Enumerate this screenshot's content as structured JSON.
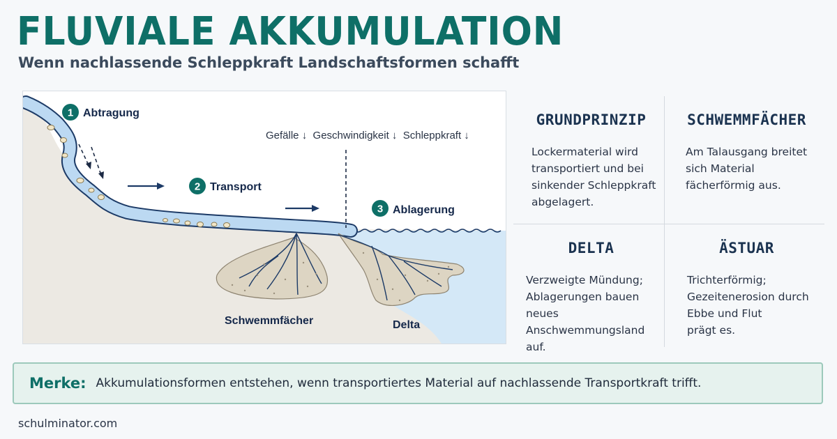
{
  "header": {
    "title": "FLUVIALE AKKUMULATION",
    "subtitle": "Wenn nachlassende Schleppkraft Landschaftsformen schafft"
  },
  "diagram": {
    "steps": [
      {
        "num": "1",
        "label": "Abtragung"
      },
      {
        "num": "2",
        "label": "Transport"
      },
      {
        "num": "3",
        "label": "Ablagerung"
      }
    ],
    "gradient_note": "Gefälle ↓  Geschwindigkeit ↓  Schleppkraft ↓",
    "landform_labels": {
      "fan": "Schwemmfächer",
      "delta": "Delta"
    },
    "colors": {
      "accent": "#0e6f67",
      "river": "#bcd9f2",
      "river_edge": "#1c3a66",
      "water": "#d4e8f7",
      "land": "#ece9e3",
      "sediment": "#ddd5c3"
    }
  },
  "cards": [
    {
      "title": "GRUNDPRINZIP",
      "lines": [
        "Lockermaterial wird",
        "transportiert und bei",
        "sinkender Schleppkraft",
        "abgelagert."
      ]
    },
    {
      "title": "SCHWEMMFÄCHER",
      "lines": [
        "Am Talausgang breitet",
        "sich Material",
        "fächerförmig aus."
      ]
    },
    {
      "title": "DELTA",
      "lines": [
        "Verzweigte Mündung;",
        "Ablagerungen bauen",
        "neues",
        "Anschwemmungsland auf."
      ]
    },
    {
      "title": "ÄSTUAR",
      "lines": [
        "Trichterförmig;",
        "Gezeitenerosion durch",
        "Ebbe und Flut",
        "prägt es."
      ]
    }
  ],
  "merke": {
    "label": "Merke:",
    "text": "Akkumulationsformen entstehen, wenn transportiertes Material auf nachlassende Transportkraft trifft."
  },
  "footer": {
    "source": "schulminator.com"
  }
}
